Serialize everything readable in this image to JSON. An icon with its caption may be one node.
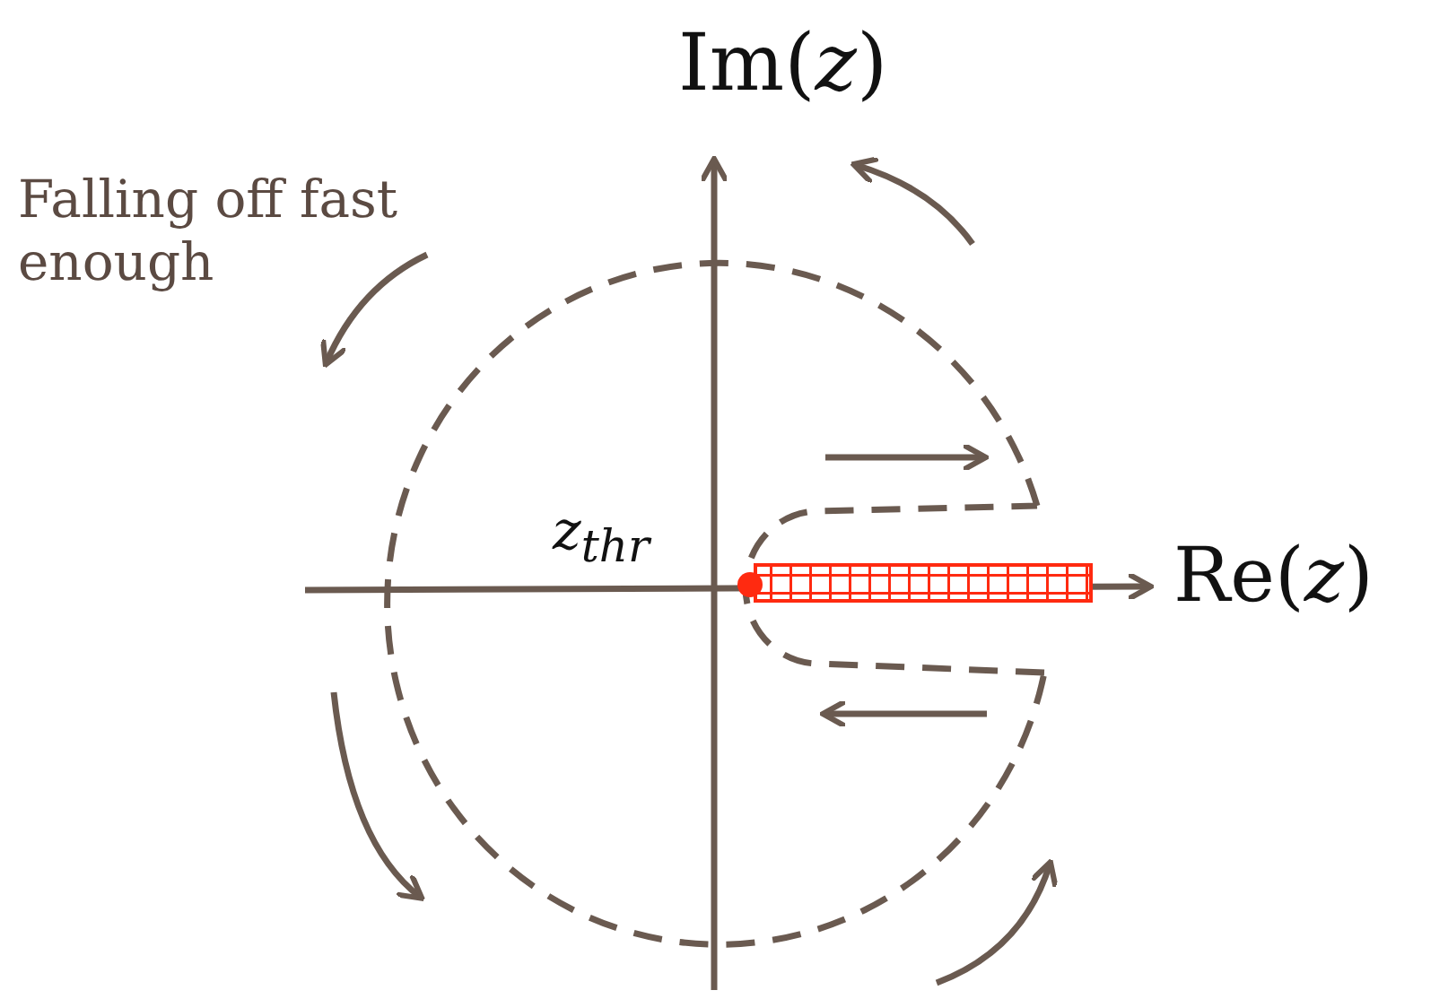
{
  "diagram": {
    "labels": [
      "Im(*z*)",
      "Falling off fast enough",
      "z$_{thr}$",
      "Re(*z*)"
    ]
  }
}
